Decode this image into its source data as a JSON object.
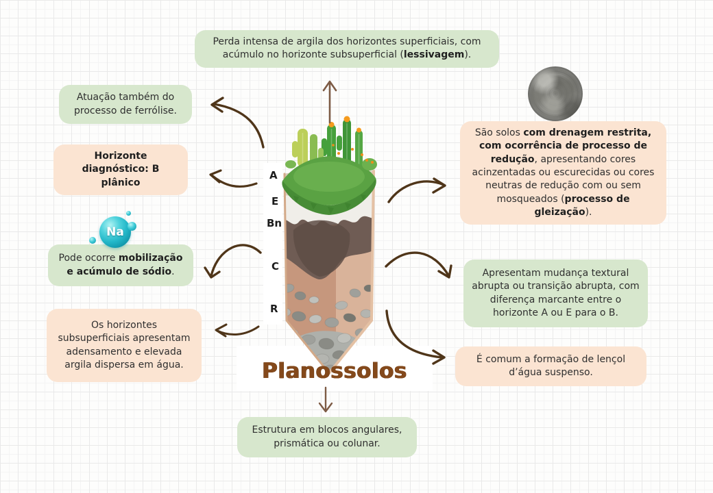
{
  "title": "Planossolos",
  "center": {
    "na_label": "Na",
    "horizons": [
      "A",
      "E",
      "Bn",
      "C",
      "R"
    ]
  },
  "nodes": {
    "lessivagem": {
      "parts": [
        {
          "text": "Perda intensa de argila dos horizontes superficiais, com acúmulo no horizonte subsuperficial ("
        },
        {
          "text": "lessivagem",
          "bold": true
        },
        {
          "text": ")."
        }
      ]
    },
    "ferrolise": {
      "text": "Atuação também do processo de ferrólise."
    },
    "b_planico": {
      "text": "Horizonte diagnóstico: B plânico"
    },
    "sodio": {
      "parts": [
        {
          "text": "Pode ocorre "
        },
        {
          "text": "mobilização e acúmulo de sódio",
          "bold": true
        },
        {
          "text": "."
        }
      ]
    },
    "subsuperficiais": {
      "text": "Os horizontes subsuperficiais apresentam adensamento e elevada argila dispersa em água."
    },
    "gleizacao": {
      "parts": [
        {
          "text": "São solos "
        },
        {
          "text": "com drenagem restrita, com ocorrência de processo de redução",
          "bold": true
        },
        {
          "text": ", apresentando cores acinzentadas ou escurecidas ou cores neutras de redução com ou sem mosqueados ("
        },
        {
          "text": "processo de gleização",
          "bold": true
        },
        {
          "text": ")."
        }
      ]
    },
    "mudanca": {
      "text": "Apresentam mudança textural abrupta ou transição abrupta, com diferença marcante entre o horizonte A ou E para o B."
    },
    "lencol": {
      "text": "É comum a formação de lençol d’água suspenso."
    },
    "estrutura": {
      "text": "Estrutura em blocos angulares, prismática ou colunar."
    }
  },
  "colors": {
    "green_box": "#d7e7cd",
    "peach_box": "#fbe4d2",
    "arrow_brown": "#4f3519",
    "title_brown": "#84491b",
    "sodium_teal": "#23b7c8"
  }
}
